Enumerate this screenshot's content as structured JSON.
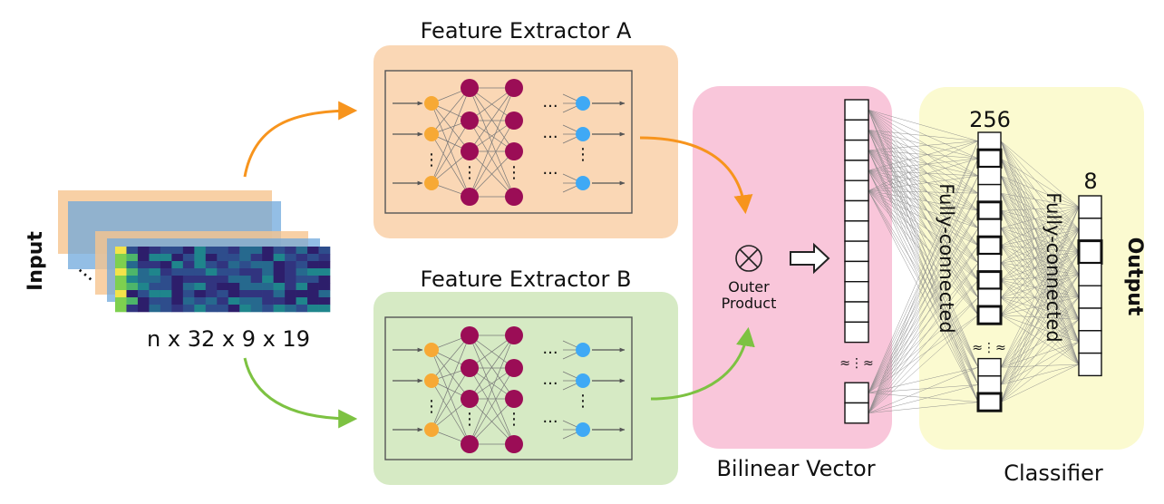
{
  "input": {
    "label": "Input",
    "dims": "n x 32 x 9 x 19",
    "ellipsis": "..."
  },
  "extractor_a": {
    "title": "Feature Extractor A"
  },
  "extractor_b": {
    "title": "Feature Extractor B"
  },
  "outer_product": {
    "line1": "Outer",
    "line2": "Product"
  },
  "bilinear": {
    "caption": "Bilinear Vector",
    "gap_marker": "≈⋮≈"
  },
  "classifier": {
    "caption": "Classifier",
    "hidden_size": "256",
    "output_size": "8",
    "fc1_label": "Fully-connected",
    "fc2_label": "Fully-connected",
    "gap_marker": "≈⋮≈",
    "output_label": "Output"
  },
  "network": {
    "hdots": "···",
    "vdots": "⋮"
  },
  "colors": {
    "extractor_a_bg": "#FAD7B5",
    "extractor_b_bg": "#D6EAC4",
    "bilinear_bg": "#F9C6DA",
    "classifier_bg": "#FBFAD0",
    "arrow_a": "#F7941D",
    "arrow_b": "#7DC242",
    "node_input": "#F7A935",
    "node_hidden": "#9B0D56",
    "node_output": "#3FA9F5"
  }
}
